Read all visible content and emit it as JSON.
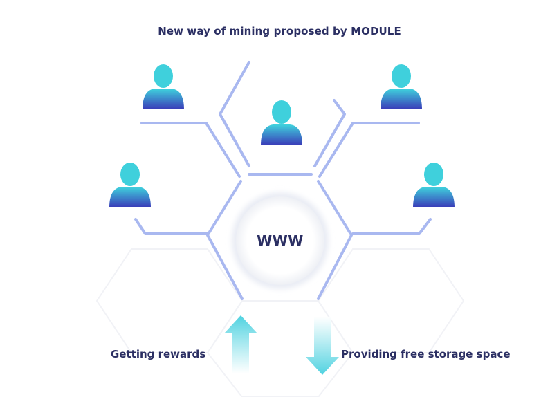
{
  "title": "New way of mining proposed by MODULE",
  "center_label": "WWW",
  "flows": {
    "up_label": "Getting rewards",
    "down_label": "Providing free storage space"
  },
  "icons": {
    "user": "user-icon",
    "arrow_up": "arrow-up-icon",
    "arrow_down": "arrow-down-icon"
  },
  "colors": {
    "text": "#2b2f63",
    "hex_stroke": "#9aaef0",
    "user_head": "#3fd0dc",
    "user_body": "#3c3fbf",
    "arrow": "#5fd6e4"
  }
}
